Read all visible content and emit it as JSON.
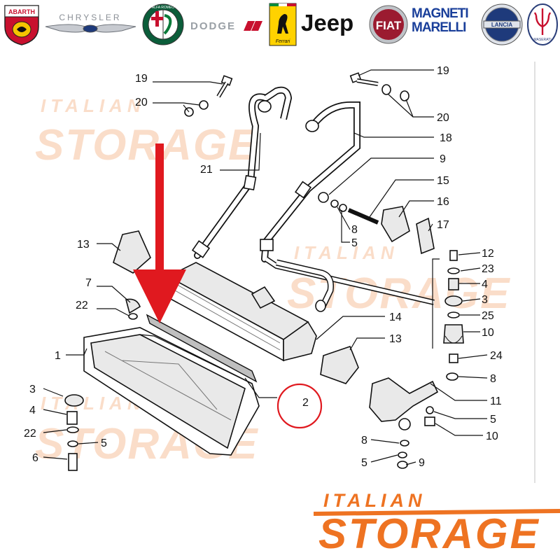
{
  "logos": [
    {
      "name": "abarth",
      "text": "ABARTH",
      "color": "#c8102e"
    },
    {
      "name": "chrysler",
      "text": "CHRYSLER",
      "color": "#8a8f96"
    },
    {
      "name": "alfa-romeo",
      "text": "ALFA ROMEO",
      "color": "#0b5d3a"
    },
    {
      "name": "dodge",
      "text": "DODGE",
      "color": "#9aa0a6"
    },
    {
      "name": "ferrari",
      "text": "Ferrari",
      "color": "#ffd200"
    },
    {
      "name": "jeep",
      "text": "Jeep",
      "color": "#111111"
    },
    {
      "name": "fiat",
      "text": "FIAT",
      "color": "#9b1b30"
    },
    {
      "name": "magneti-marelli",
      "text": "MAGNETI MARELLI",
      "color": "#1a3f9a"
    },
    {
      "name": "lancia",
      "text": "LANCIA",
      "color": "#1e3a7b"
    },
    {
      "name": "maserati",
      "text": "MASERATI",
      "color": "#2b3f7a"
    }
  ],
  "watermark": {
    "line1": "ITALIAN",
    "line2": "STORAGE"
  },
  "brand": {
    "line1": "ITALIAN",
    "line2": "STORAGE",
    "color": "#ee7322"
  },
  "callouts": {
    "c19a": "19",
    "c20a": "20",
    "c21": "21",
    "c19b": "19",
    "c20b": "20",
    "c18": "18",
    "c9a": "9",
    "c15": "15",
    "c16": "16",
    "c17": "17",
    "c8a": "8",
    "c5a": "5",
    "c13a": "13",
    "c7": "7",
    "c22a": "22",
    "c12": "12",
    "c23": "23",
    "c4a": "4",
    "c3a": "3",
    "c25": "25",
    "c10a": "10",
    "c14": "14",
    "c13b": "13",
    "c24": "24",
    "c8b": "8",
    "c1": "1",
    "c2": "2",
    "c11": "11",
    "c5b": "5",
    "c10b": "10",
    "c3b": "3",
    "c4b": "4",
    "c22b": "22",
    "c5c": "5",
    "c6": "6",
    "c8c": "8",
    "c5d": "5",
    "c9b": "9"
  },
  "highlight": {
    "arrow_color": "#e0191f",
    "circle_color": "#e0191f"
  }
}
